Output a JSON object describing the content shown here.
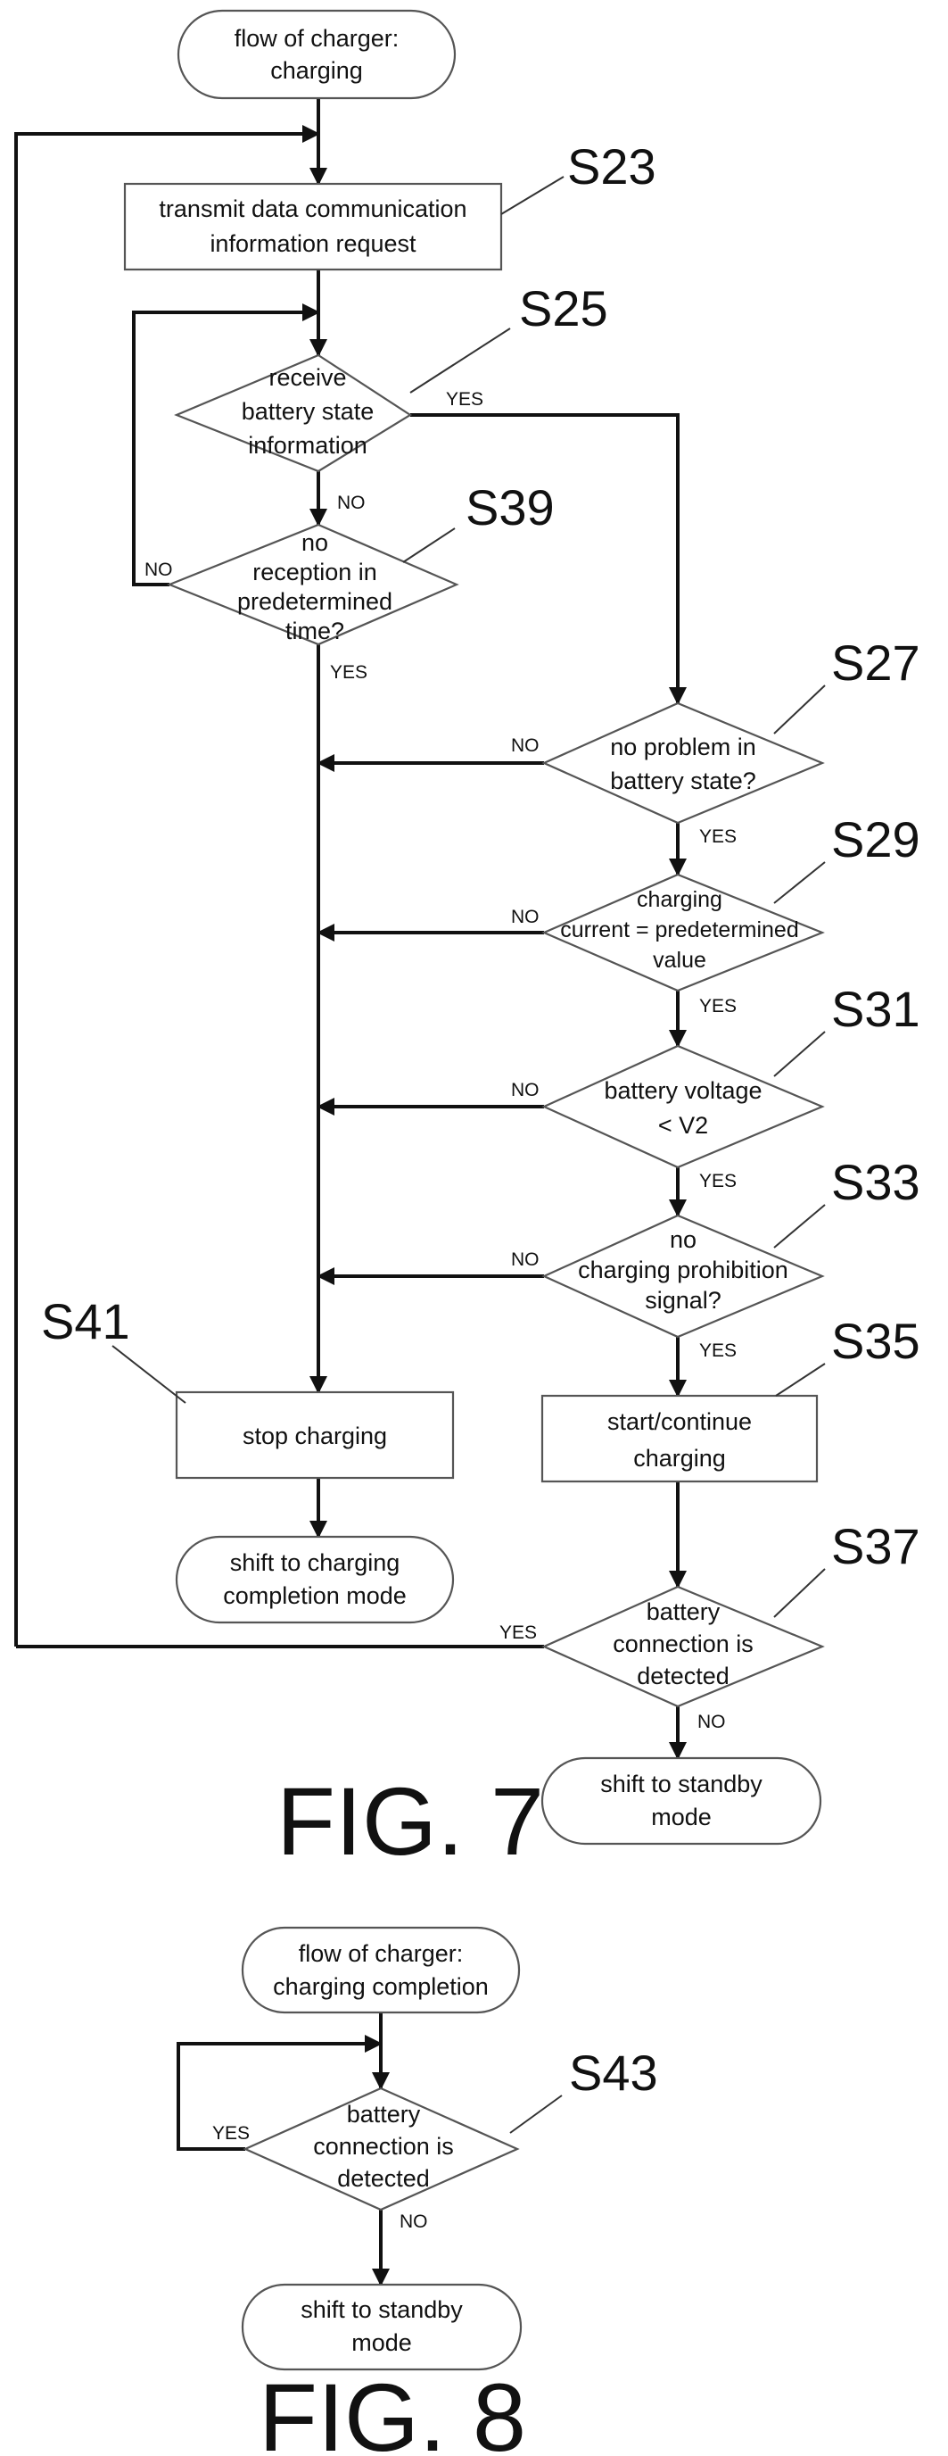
{
  "fig7": {
    "title": "FIG. 7",
    "start": [
      "flow of charger:",
      "charging"
    ],
    "s23": [
      "transmit data communication",
      "information request"
    ],
    "s25": [
      "receive",
      "battery state",
      "information"
    ],
    "s39": [
      "no",
      "reception in",
      "predetermined",
      "time?"
    ],
    "s27": [
      "no problem in",
      "battery state?"
    ],
    "s29": [
      "charging",
      "current = predetermined",
      "value"
    ],
    "s31": [
      "battery voltage",
      "< V2"
    ],
    "s33": [
      "no",
      "charging prohibition",
      "signal?"
    ],
    "s41": [
      "stop charging"
    ],
    "s35": [
      "start/continue",
      "charging"
    ],
    "end_completion": [
      "shift to charging",
      "completion mode"
    ],
    "s37": [
      "battery",
      "connection is",
      "detected"
    ],
    "end_standby": [
      "shift to standby",
      "mode"
    ],
    "steps": {
      "s23": "S23",
      "s25": "S25",
      "s39": "S39",
      "s27": "S27",
      "s29": "S29",
      "s31": "S31",
      "s33": "S33",
      "s35": "S35",
      "s41": "S41",
      "s37": "S37"
    },
    "edges": {
      "yes": "YES",
      "no": "NO"
    }
  },
  "fig8": {
    "title": "FIG. 8",
    "start": [
      "flow of charger:",
      "charging completion"
    ],
    "s43": [
      "battery",
      "connection is",
      "detected"
    ],
    "end_standby": [
      "shift to standby",
      "mode"
    ],
    "steps": {
      "s43": "S43"
    },
    "edges": {
      "yes": "YES",
      "no": "NO"
    }
  }
}
